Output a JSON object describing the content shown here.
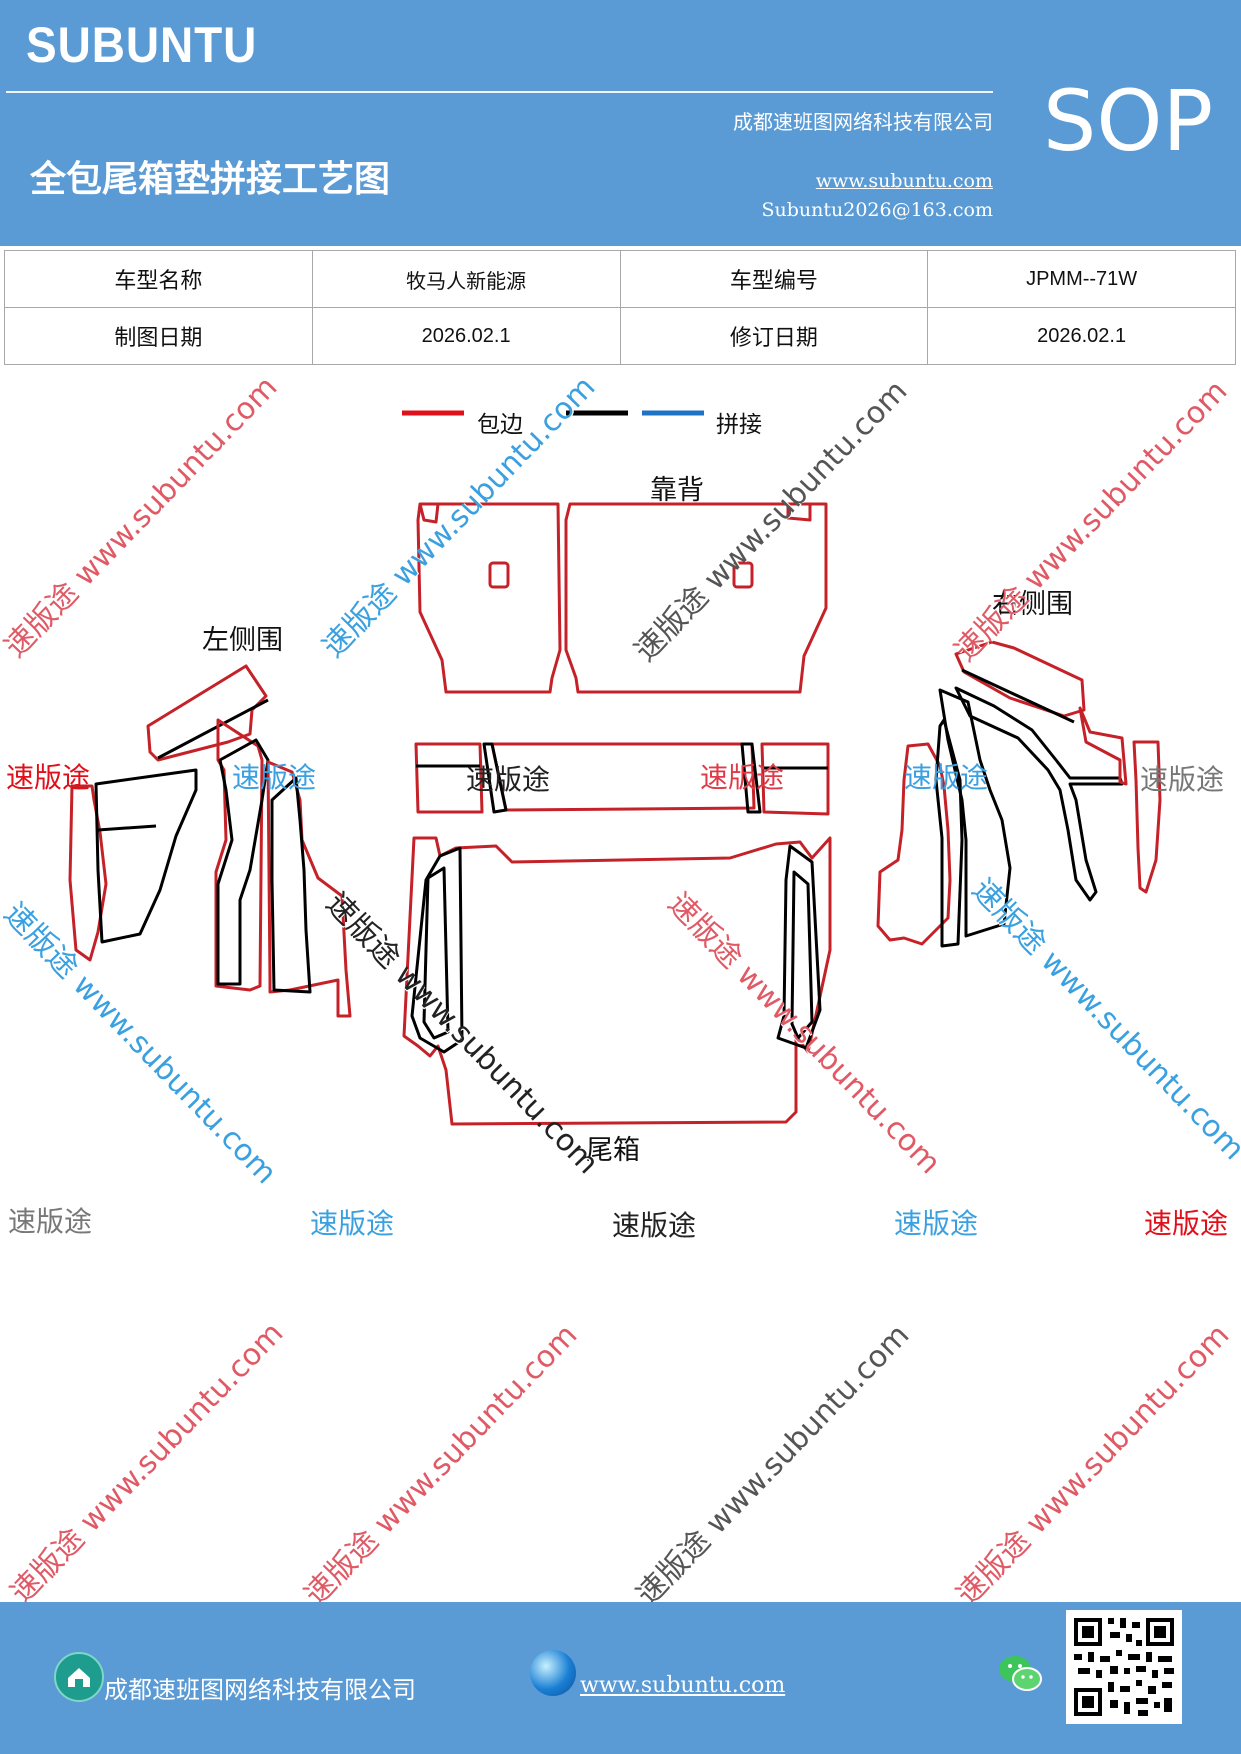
{
  "header": {
    "brand": "SUBUNTU",
    "company": "成都速班图网络科技有限公司",
    "title": "全包尾箱垫拼接工艺图",
    "website": "www.subuntu.com",
    "email": "Subuntu2026@163.com",
    "doc_type": "SOP"
  },
  "info": {
    "model_name_label": "车型名称",
    "model_name": "牧马人新能源",
    "model_code_label": "车型编号",
    "model_code": "JPMM--71W",
    "draw_date_label": "制图日期",
    "draw_date": "2026.02.1",
    "revise_date_label": "修订日期",
    "revise_date": "2026.02.1"
  },
  "legend": {
    "wrap_label": "包边",
    "join_label": "拼接",
    "colors": {
      "wrap": "#e0101a",
      "black": "#000000",
      "join": "#1f73c4"
    }
  },
  "parts": {
    "backrest": "靠背",
    "left_side": "左侧围",
    "right_side": "右侧围",
    "trunk": "尾箱"
  },
  "watermark": {
    "brand": "速版途",
    "diag": "速版途 www.subuntu.com",
    "diag_down": "速版途 www.subuntu.com"
  },
  "footer": {
    "company": "成都速班图网络科技有限公司",
    "website": "www.subuntu.com",
    "home_icon": "home-icon",
    "globe_icon": "globe-icon",
    "chat_icon": "wechat-icon"
  }
}
